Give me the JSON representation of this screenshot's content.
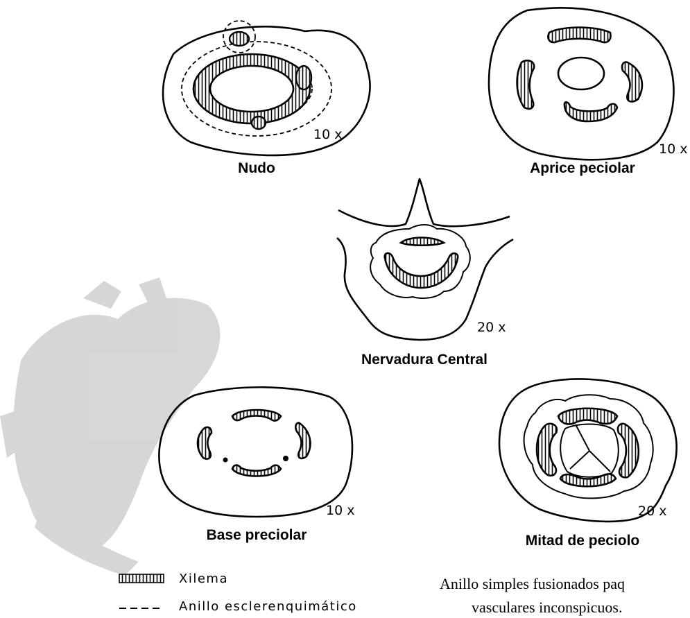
{
  "sections": {
    "nudo": {
      "caption": "Nudo",
      "magnification": "10 x"
    },
    "aprice": {
      "caption": "Aprice peciolar",
      "magnification": "10 x"
    },
    "nervadura": {
      "caption": "Nervadura Central",
      "magnification": "20 x"
    },
    "base": {
      "caption": "Base preciolar",
      "magnification": "10 x"
    },
    "mitad": {
      "caption": "Mitad de peciolo",
      "magnification": "20 x"
    }
  },
  "legend": {
    "xylem_label": "Xilema",
    "ring_label": "Anillo esclerenquimático"
  },
  "note": {
    "line1": "Anillo  simples fusionados paq",
    "line2": "vasculares inconspicuos."
  },
  "colors": {
    "ink": "#000000",
    "paper": "#ffffff",
    "smudge": "#c9c9c9"
  }
}
